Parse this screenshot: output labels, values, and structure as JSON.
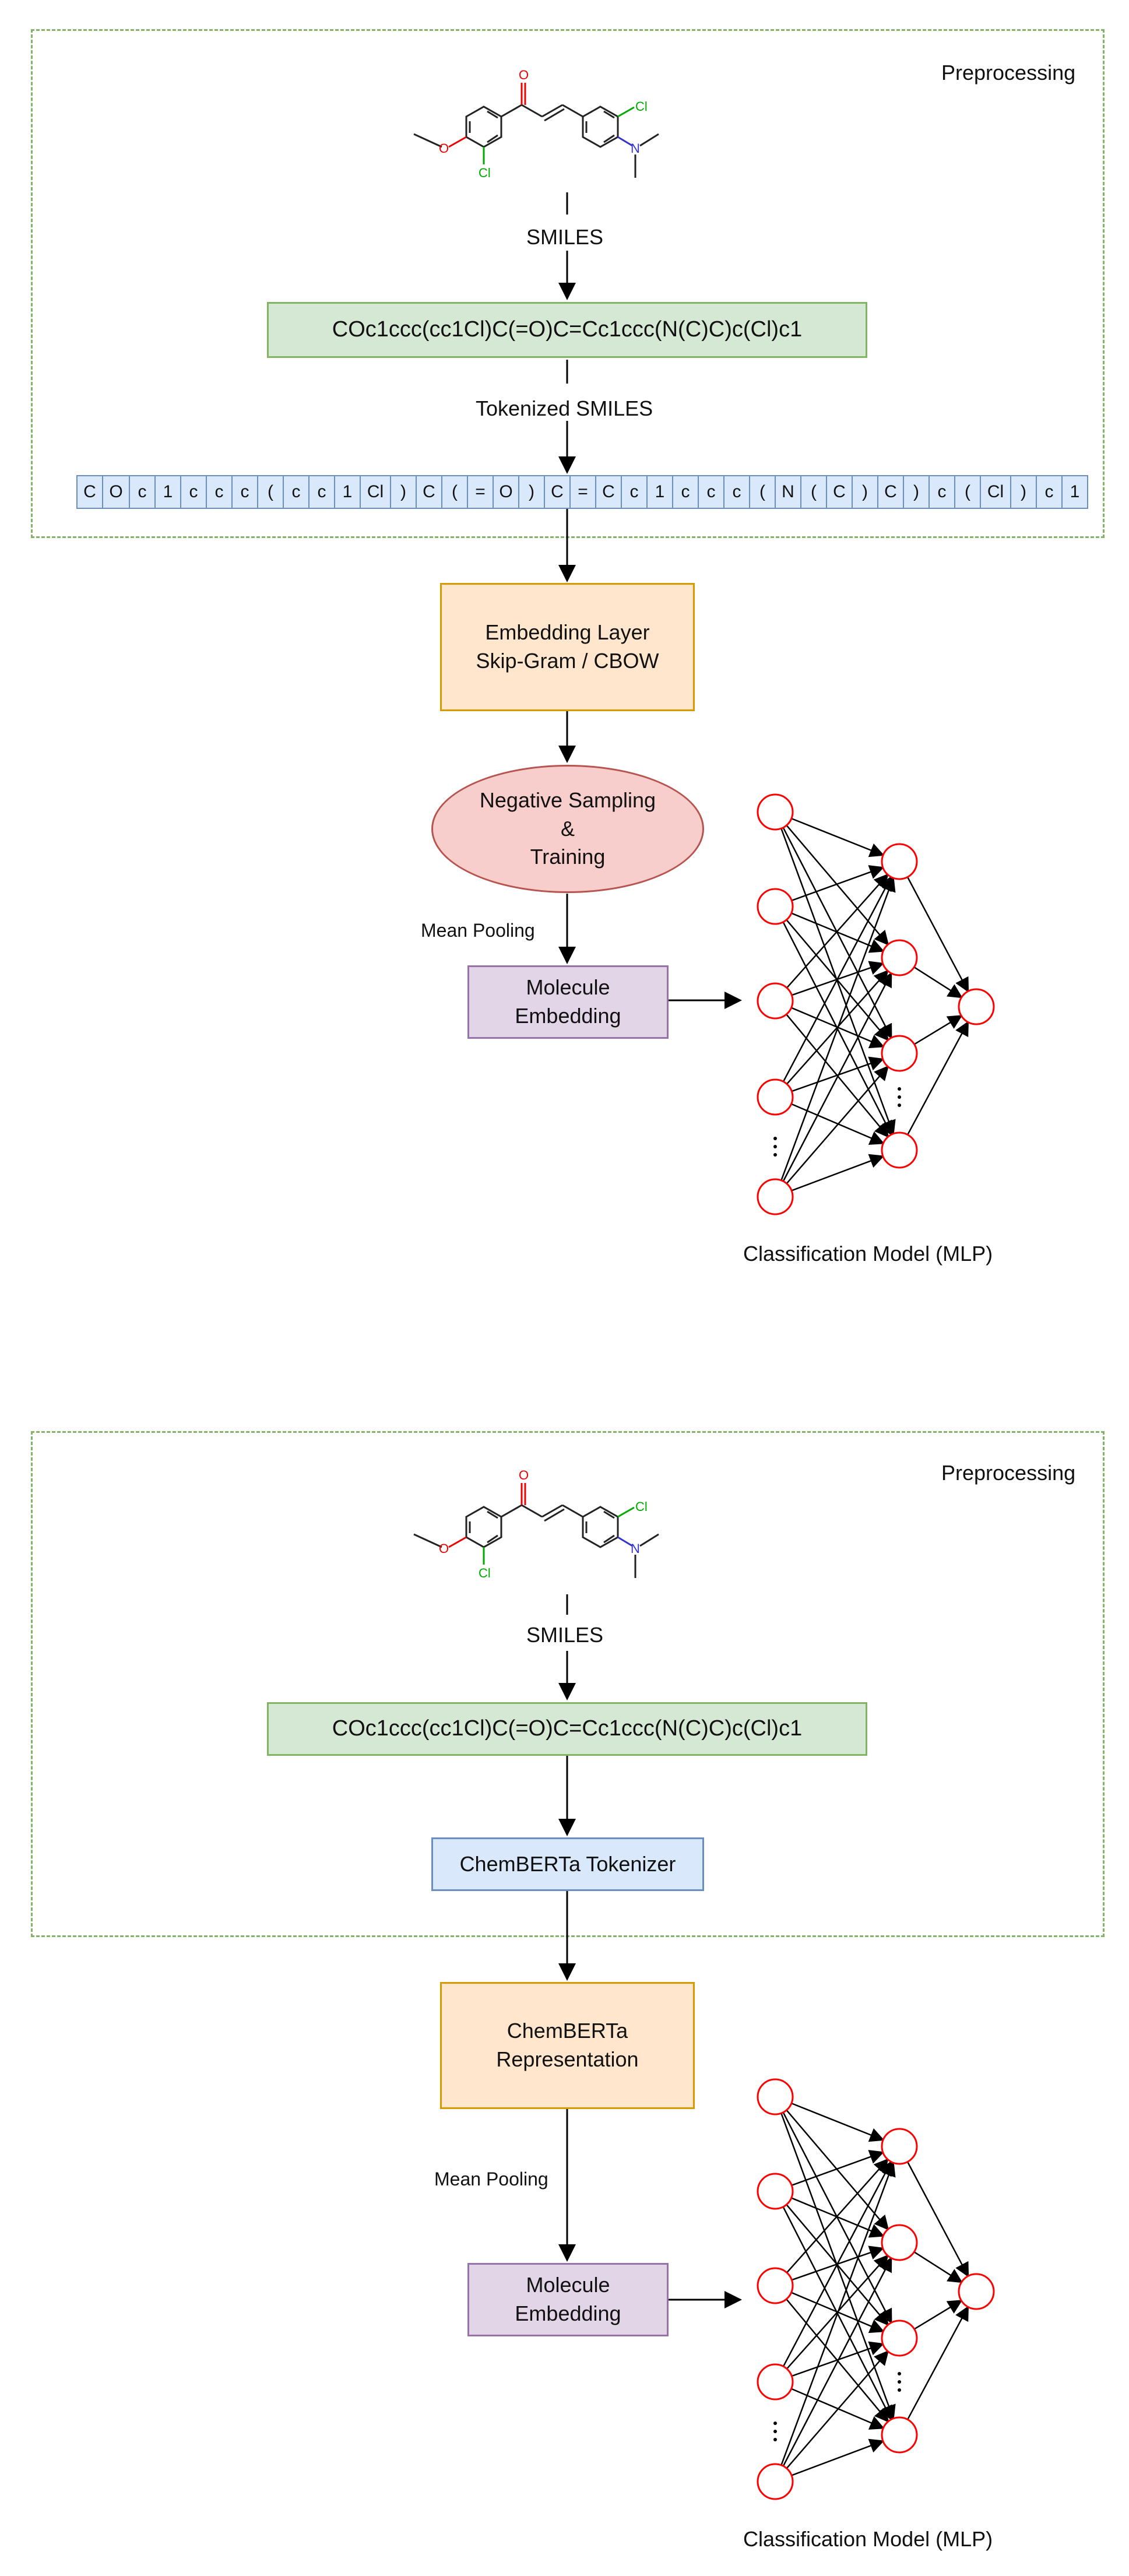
{
  "colors": {
    "preprocessing_border": "#82b366",
    "smiles_box": "#d5e8d4",
    "token_box": "#dae8fc",
    "embedding_box": "#ffe6cc",
    "sampling_ellipse": "#f8cecc",
    "molecule_box": "#e1d5e7",
    "neuron_stroke": "#ff0000",
    "arrow": "#000000"
  },
  "icons": {
    "molecule": "molecule-structure-icon",
    "network": "mlp-network-icon"
  },
  "panel1": {
    "preprocessing_label": "Preprocessing",
    "smiles_label": "SMILES",
    "smiles_string": "COc1ccc(cc1Cl)C(=O)C=Cc1ccc(N(C)C)c(Cl)c1",
    "tokenized_label": "Tokenized SMILES",
    "tokens": [
      "C",
      "O",
      "c",
      "1",
      "c",
      "c",
      "c",
      "(",
      "c",
      "c",
      "1",
      "Cl",
      ")",
      "C",
      "(",
      "=",
      "O",
      ")",
      "C",
      "=",
      "C",
      "c",
      "1",
      "c",
      "c",
      "c",
      "(",
      "N",
      "(",
      "C",
      ")",
      "C",
      ")",
      "c",
      "(",
      "Cl",
      ")",
      "c",
      "1"
    ],
    "embedding_line1": "Embedding Layer",
    "embedding_line2": "Skip-Gram / CBOW",
    "sampling_line1": "Negative Sampling",
    "sampling_line2": "&",
    "sampling_line3": "Training",
    "pooling_label": "Mean Pooling",
    "molecule_line1": "Molecule",
    "molecule_line2": "Embedding",
    "mlp_label": "Classification Model (MLP)"
  },
  "panel2": {
    "preprocessing_label": "Preprocessing",
    "smiles_label": "SMILES",
    "smiles_string": "COc1ccc(cc1Cl)C(=O)C=Cc1ccc(N(C)C)c(Cl)c1",
    "tokenizer_label": "ChemBERTa Tokenizer",
    "representation_line1": "ChemBERTa",
    "representation_line2": "Representation",
    "pooling_label": "Mean Pooling",
    "molecule_line1": "Molecule",
    "molecule_line2": "Embedding",
    "mlp_label": "Classification Model (MLP)"
  },
  "molecule_atoms": {
    "oxygen_top": "O",
    "chlorine_left": "Cl",
    "chlorine_right": "Cl",
    "methoxy_oxygen": "O",
    "nitrogen": "N"
  }
}
